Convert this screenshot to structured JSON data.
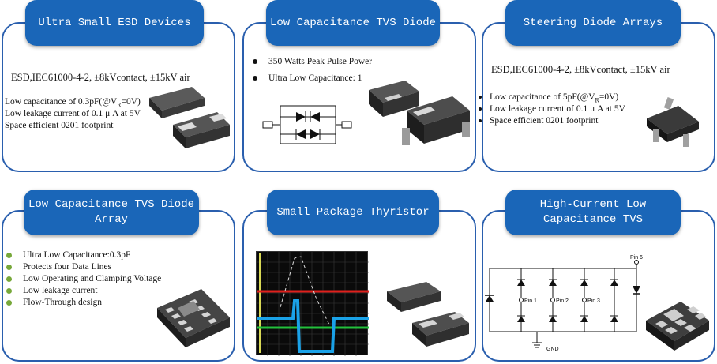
{
  "panels": {
    "p1": {
      "title": "Ultra Small ESD Devices",
      "standard": "ESD,IEC61000-4-2,    ±8kVcontact,   ±15kV  air",
      "specs": [
        "Low capacitance of 0.3pF(@V",
        "Low leakage current of 0.1 μ A at 5V",
        "Space efficient 0201 footprint"
      ],
      "spec_sub": "R",
      "spec_tail": "=0V)"
    },
    "p2": {
      "title": "Low Capacitance TVS Diode",
      "bullets": [
        "350 Watts Peak Pulse Power",
        "Ultra Low Capacitance: 1"
      ]
    },
    "p3": {
      "title": "Steering Diode Arrays",
      "standard": "ESD,IEC61000-4-2,    ±8kVcontact,   ±15kV  air",
      "specs": [
        "Low capacitance of 5pF(@V",
        "Low leakage current of 0.1 μ A at 5V",
        "Space efficient 0201 footprint"
      ],
      "spec_sub": "R",
      "spec_tail": "=0V)"
    },
    "p4": {
      "title_line1": "Low Capacitance TVS Diode",
      "title_line2": "Array",
      "bullets": [
        "Ultra Low Capacitance:0.3pF",
        "Protects four Data Lines",
        "Low Operating and Clamping Voltage",
        "Low leakage current",
        "Flow-Through design"
      ]
    },
    "p5": {
      "title": "Small Package Thyristor"
    },
    "p6": {
      "title_line1": "High-Current Low",
      "title_line2": "Capacitance TVS",
      "pins": [
        "Pin 1",
        "Pin 2",
        "Pin 3",
        "Pin 6"
      ],
      "gnd": "GND"
    }
  },
  "colors": {
    "border": "#2a5fae",
    "pill": "#1a66b8",
    "bullet_green": "#77a83a",
    "scope_red": "#e0201c",
    "scope_cyan": "#1aa2e8",
    "scope_green": "#23c03c"
  }
}
